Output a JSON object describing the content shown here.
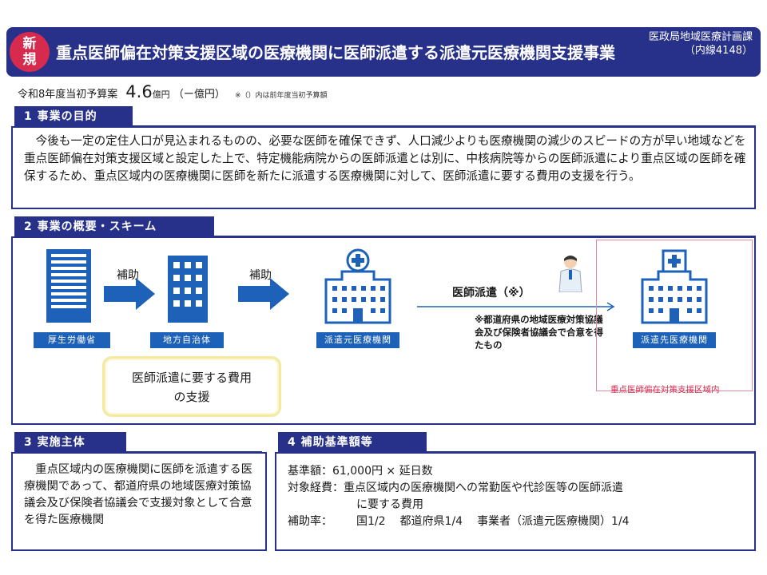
{
  "header": {
    "badge_line1": "新",
    "badge_line2": "規",
    "title": "重点医師偏在対策支援区域の医療機関に医師派遣する派遣元医療機関支援事業",
    "dept_line1": "医政局地域医療計画課",
    "dept_line2": "（内線4148）"
  },
  "budget": {
    "label": "令和8年度当初予算案",
    "amount": "4.6",
    "unit": "億円",
    "prev": "（ー億円）",
    "note": "※（）内は前年度当初予算額"
  },
  "sections": {
    "s1_title": "1 事業の目的",
    "s1_body": "今後も一定の定住人口が見込まれるものの、必要な医師を確保できず、人口減少よりも医療機関の減少のスピードの方が早い地域などを重点医師偏在対策支援区域と設定した上で、特定機能病院からの医師派遣とは別に、中核病院等からの医師派遣により重点区域の医師を確保するため、重点区域内の医療機関に医師を新たに派遣する医療機関に対して、医師派遣に要する費用の支援を行う。",
    "s2_title": "2 事業の概要・スキーム",
    "s3_title": "3 実施主体",
    "s3_body": "重点区域内の医療機関に医師を派遣する医療機関であって、都道府県の地域医療対策協議会及び保険者協議会で支援対象として合意を得た医療機関",
    "s4_title": "4 補助基準額等"
  },
  "scheme": {
    "mhlw": "厚生労働省",
    "local_gov": "地方自治体",
    "origin": "派遣元医療機関",
    "dest": "派遣先医療機関",
    "help1": "補助",
    "help2": "補助",
    "support_line1": "医師派遣に要する費用",
    "support_line2": "の支援",
    "dispatch": "医師派遣（※）",
    "dispatch_note": "※都道府県の地域医療対策協議会及び保険者協議会で合意を得たもの",
    "area_caption": "重点医師偏在対策支援区域内"
  },
  "standards": {
    "base_label": "基準額：",
    "base_value": "61,000円 × 延日数",
    "cost_label": "対象経費：",
    "cost_line1": "重点区域内の医療機関への常勤医や代診医等の医師派遣",
    "cost_line2": "に要する費用",
    "rate_label": "補助率：",
    "rate_national": "国1/2",
    "rate_pref": "都道府県1/4",
    "rate_operator": "事業者（派遣元医療機関）1/4"
  },
  "colors": {
    "navy": "#27318a",
    "badge_red": "#d62a4f",
    "label_blue": "#1d62b8",
    "support_yellow": "#f3eaa0"
  }
}
